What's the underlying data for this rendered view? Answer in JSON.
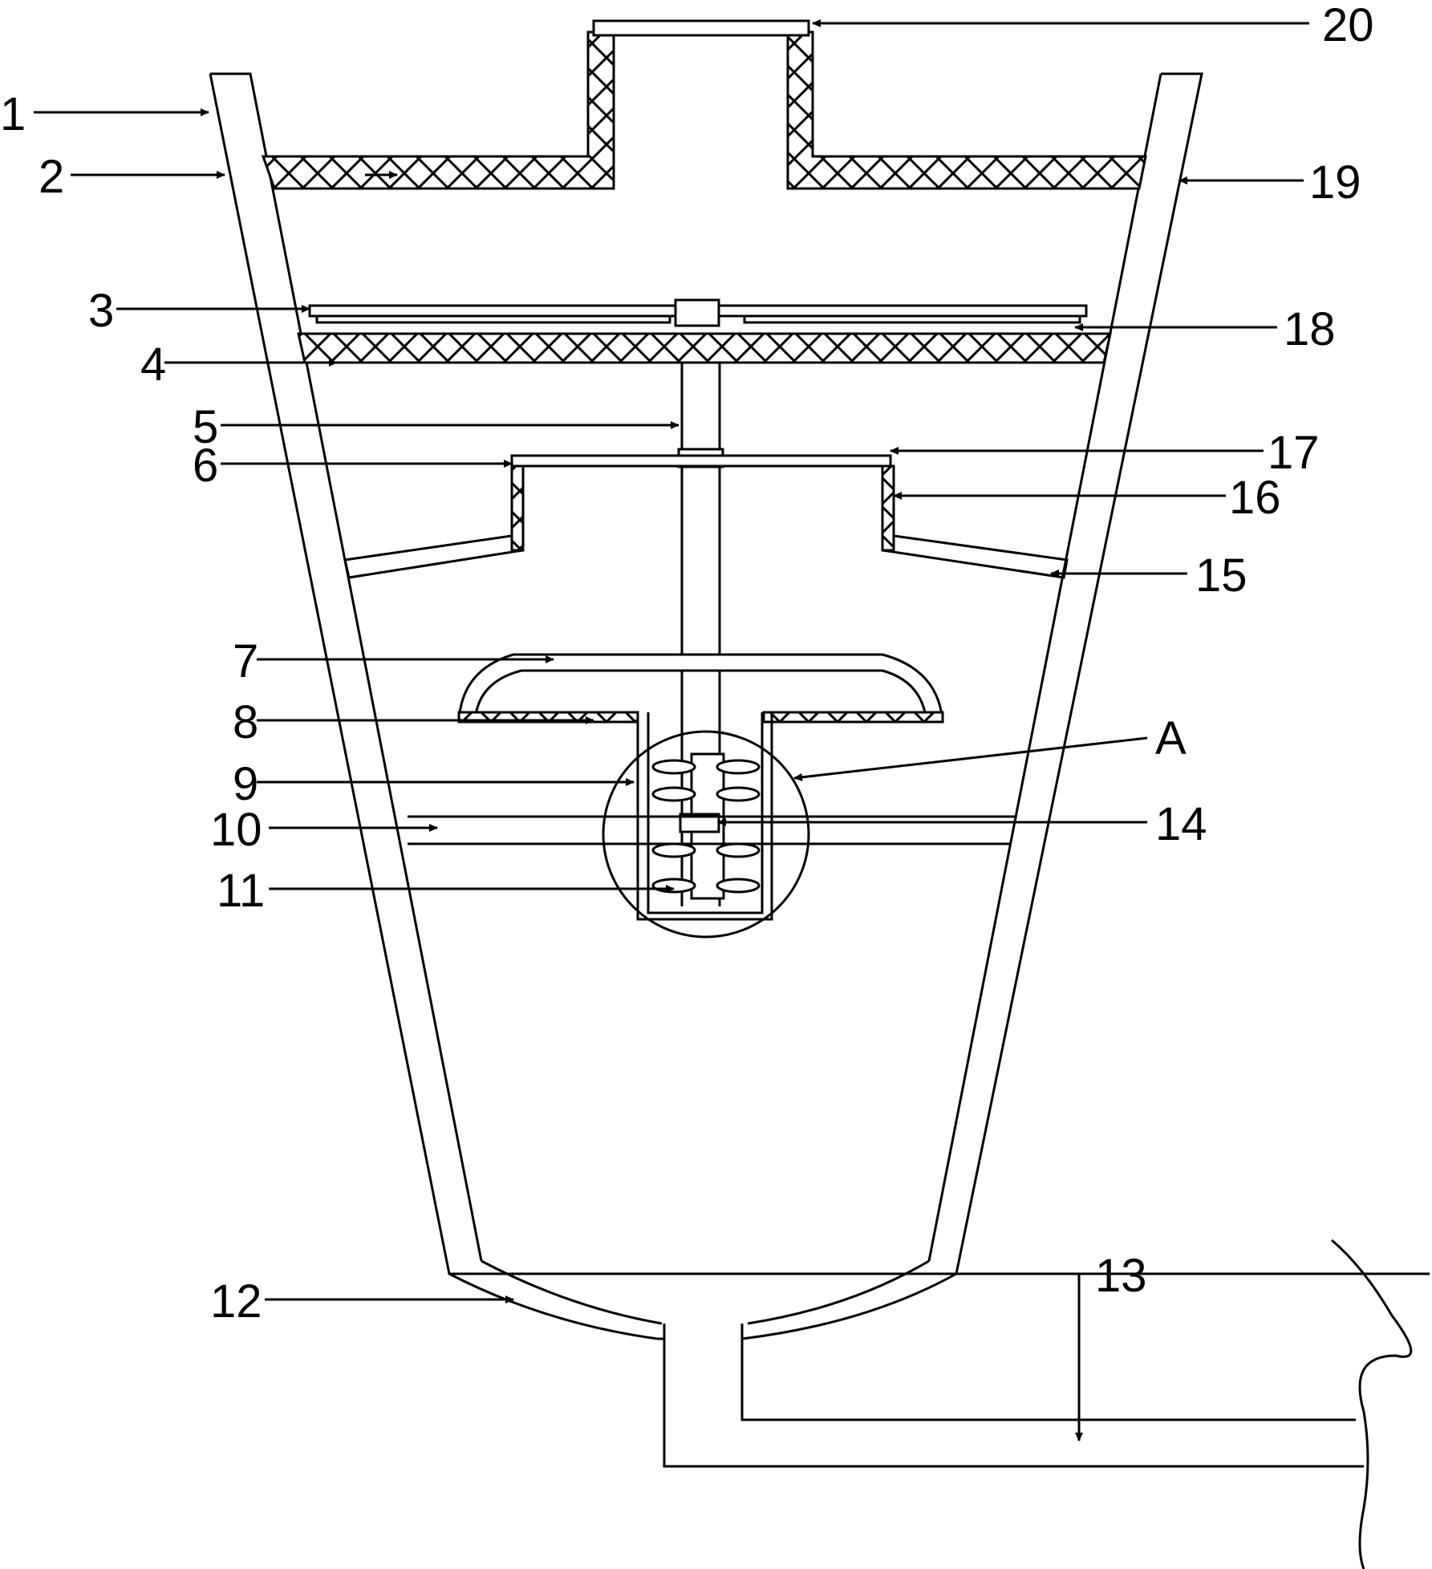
{
  "figure": {
    "callouts": {
      "c1": "1",
      "c2": "2",
      "c3": "3",
      "c4": "4",
      "c5": "5",
      "c6": "6",
      "c7": "7",
      "c8": "8",
      "c9": "9",
      "c10": "10",
      "c11": "11",
      "c12": "12",
      "c13": "13",
      "c14": "14",
      "c15": "15",
      "c16": "16",
      "c17": "17",
      "c18": "18",
      "c19": "19",
      "c20": "20",
      "cA": "A"
    },
    "colors": {
      "line": "#000000",
      "background": "#ffffff"
    }
  }
}
